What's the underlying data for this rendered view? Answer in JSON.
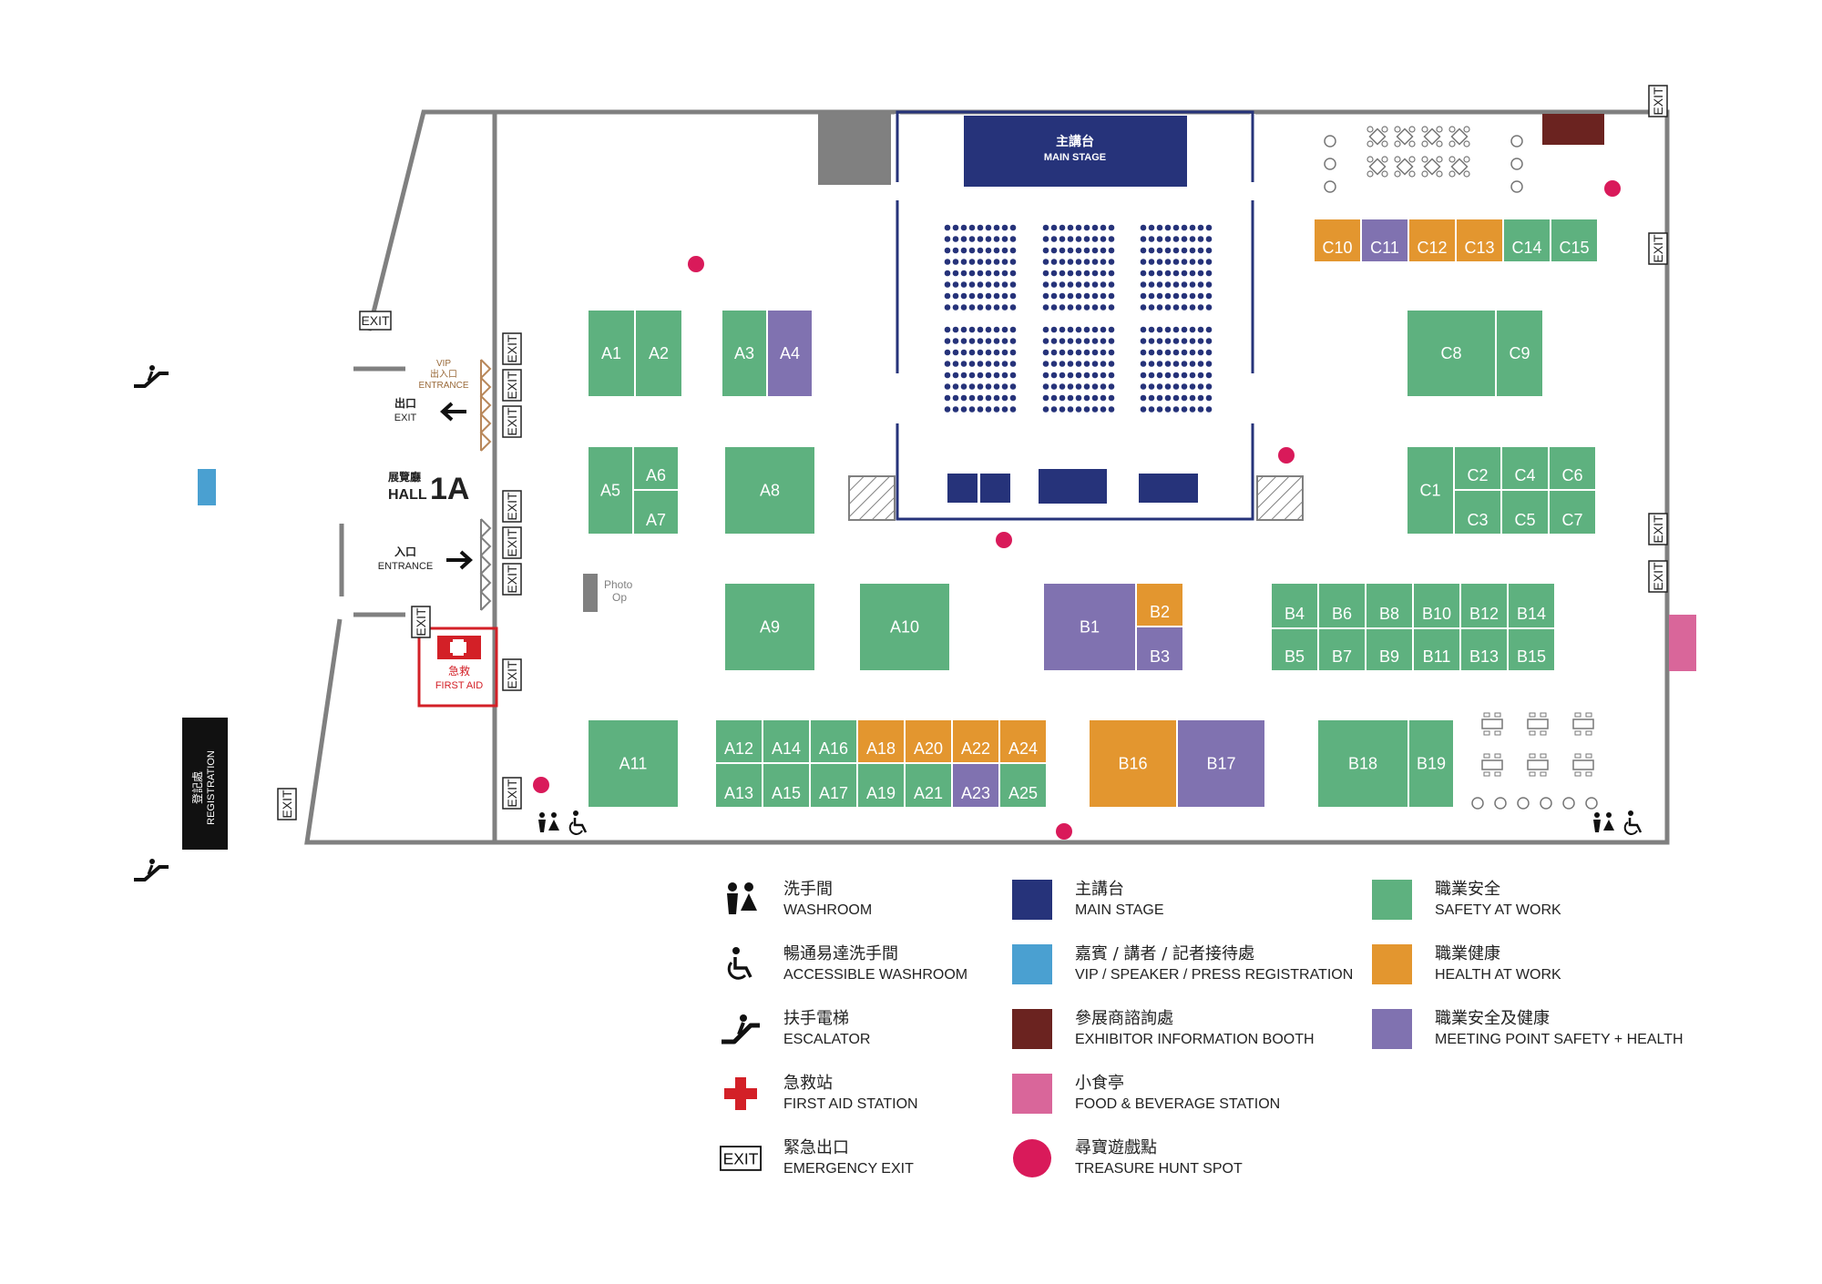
{
  "hall": {
    "label_zh": "展覽廳",
    "label_en": "HALL",
    "number": "1A",
    "exit_zh": "出口",
    "exit_en": "EXIT",
    "entrance_zh": "入口",
    "entrance_en": "ENTRANCE",
    "vip_en": "VIP",
    "vip_zh": "出入口",
    "vip_entrance": "ENTRANCE",
    "first_aid_zh": "急救",
    "first_aid_en": "FIRST AID",
    "registration_zh": "登記處",
    "registration_en": "REGISTRATION",
    "photo_op": [
      "Photo",
      "Op"
    ],
    "stage_zh": "主講台",
    "stage_en": "MAIN STAGE",
    "exit_sign": "EXIT"
  },
  "colors": {
    "safety": "#5eb17f",
    "health": "#e3962f",
    "meeting": "#8072b0",
    "stage": "#26337a",
    "vip": "#4aa0d1",
    "info": "#6b2320",
    "food": "#d9669a",
    "treasure": "#d91a5a",
    "firstaid": "#d32027",
    "wall": "#808080"
  },
  "booths": [
    {
      "id": "A1",
      "cat": "safety"
    },
    {
      "id": "A2",
      "cat": "safety"
    },
    {
      "id": "A3",
      "cat": "safety"
    },
    {
      "id": "A4",
      "cat": "meeting"
    },
    {
      "id": "A5",
      "cat": "safety"
    },
    {
      "id": "A6",
      "cat": "safety"
    },
    {
      "id": "A7",
      "cat": "safety"
    },
    {
      "id": "A8",
      "cat": "safety"
    },
    {
      "id": "A9",
      "cat": "safety"
    },
    {
      "id": "A10",
      "cat": "safety"
    },
    {
      "id": "A11",
      "cat": "safety"
    },
    {
      "id": "A12",
      "cat": "safety"
    },
    {
      "id": "A13",
      "cat": "safety"
    },
    {
      "id": "A14",
      "cat": "safety"
    },
    {
      "id": "A15",
      "cat": "safety"
    },
    {
      "id": "A16",
      "cat": "safety"
    },
    {
      "id": "A17",
      "cat": "safety"
    },
    {
      "id": "A18",
      "cat": "health"
    },
    {
      "id": "A19",
      "cat": "safety"
    },
    {
      "id": "A20",
      "cat": "health"
    },
    {
      "id": "A21",
      "cat": "safety"
    },
    {
      "id": "A22",
      "cat": "health"
    },
    {
      "id": "A23",
      "cat": "meeting"
    },
    {
      "id": "A24",
      "cat": "health"
    },
    {
      "id": "A25",
      "cat": "safety"
    },
    {
      "id": "B1",
      "cat": "meeting"
    },
    {
      "id": "B2",
      "cat": "health"
    },
    {
      "id": "B3",
      "cat": "meeting"
    },
    {
      "id": "B4",
      "cat": "safety"
    },
    {
      "id": "B5",
      "cat": "safety"
    },
    {
      "id": "B6",
      "cat": "safety"
    },
    {
      "id": "B7",
      "cat": "safety"
    },
    {
      "id": "B8",
      "cat": "safety"
    },
    {
      "id": "B9",
      "cat": "safety"
    },
    {
      "id": "B10",
      "cat": "safety"
    },
    {
      "id": "B11",
      "cat": "safety"
    },
    {
      "id": "B12",
      "cat": "safety"
    },
    {
      "id": "B13",
      "cat": "safety"
    },
    {
      "id": "B14",
      "cat": "safety"
    },
    {
      "id": "B15",
      "cat": "safety"
    },
    {
      "id": "B16",
      "cat": "health"
    },
    {
      "id": "B17",
      "cat": "meeting"
    },
    {
      "id": "B18",
      "cat": "safety"
    },
    {
      "id": "B19",
      "cat": "safety"
    },
    {
      "id": "C1",
      "cat": "safety"
    },
    {
      "id": "C2",
      "cat": "safety"
    },
    {
      "id": "C3",
      "cat": "safety"
    },
    {
      "id": "C4",
      "cat": "safety"
    },
    {
      "id": "C5",
      "cat": "safety"
    },
    {
      "id": "C6",
      "cat": "safety"
    },
    {
      "id": "C7",
      "cat": "safety"
    },
    {
      "id": "C8",
      "cat": "safety"
    },
    {
      "id": "C9",
      "cat": "safety"
    },
    {
      "id": "C10",
      "cat": "health"
    },
    {
      "id": "C11",
      "cat": "meeting"
    },
    {
      "id": "C12",
      "cat": "health"
    },
    {
      "id": "C13",
      "cat": "health"
    },
    {
      "id": "C14",
      "cat": "safety"
    },
    {
      "id": "C15",
      "cat": "safety"
    }
  ],
  "legend": [
    {
      "key": "washroom",
      "symbol": "washroom-icon",
      "zh": "洗手間",
      "en": "WASHROOM"
    },
    {
      "key": "accessible",
      "symbol": "accessible-washroom-icon",
      "zh": "暢通易達洗手間",
      "en": "ACCESSIBLE WASHROOM"
    },
    {
      "key": "escalator",
      "symbol": "escalator-icon",
      "zh": "扶手電梯",
      "en": "ESCALATOR"
    },
    {
      "key": "firstaid",
      "symbol": "first-aid-icon",
      "zh": "急救站",
      "en": "FIRST AID STATION"
    },
    {
      "key": "exit",
      "symbol": "exit-sign-icon",
      "zh": "緊急出口",
      "en": "EMERGENCY EXIT"
    },
    {
      "key": "stage",
      "symbol": "swatch",
      "color": "#26337a",
      "zh": "主講台",
      "en": "MAIN STAGE"
    },
    {
      "key": "vip",
      "symbol": "swatch",
      "color": "#4aa0d1",
      "zh": "嘉賓 / 講者 / 記者接待處",
      "en": "VIP / SPEAKER / PRESS REGISTRATION"
    },
    {
      "key": "info",
      "symbol": "swatch",
      "color": "#6b2320",
      "zh": "參展商諮詢處",
      "en": "EXHIBITOR INFORMATION BOOTH"
    },
    {
      "key": "food",
      "symbol": "swatch",
      "color": "#d9669a",
      "zh": "小食亭",
      "en": "FOOD & BEVERAGE STATION"
    },
    {
      "key": "treasure",
      "symbol": "circle",
      "color": "#d91a5a",
      "zh": "尋寶遊戲點",
      "en": "TREASURE HUNT SPOT"
    },
    {
      "key": "safety",
      "symbol": "swatch",
      "color": "#5eb17f",
      "zh": "職業安全",
      "en": "SAFETY AT WORK"
    },
    {
      "key": "health",
      "symbol": "swatch",
      "color": "#e3962f",
      "zh": "職業健康",
      "en": "HEALTH AT WORK"
    },
    {
      "key": "meeting",
      "symbol": "swatch",
      "color": "#8072b0",
      "zh": "職業安全及健康",
      "en": "MEETING POINT SAFETY + HEALTH"
    }
  ]
}
